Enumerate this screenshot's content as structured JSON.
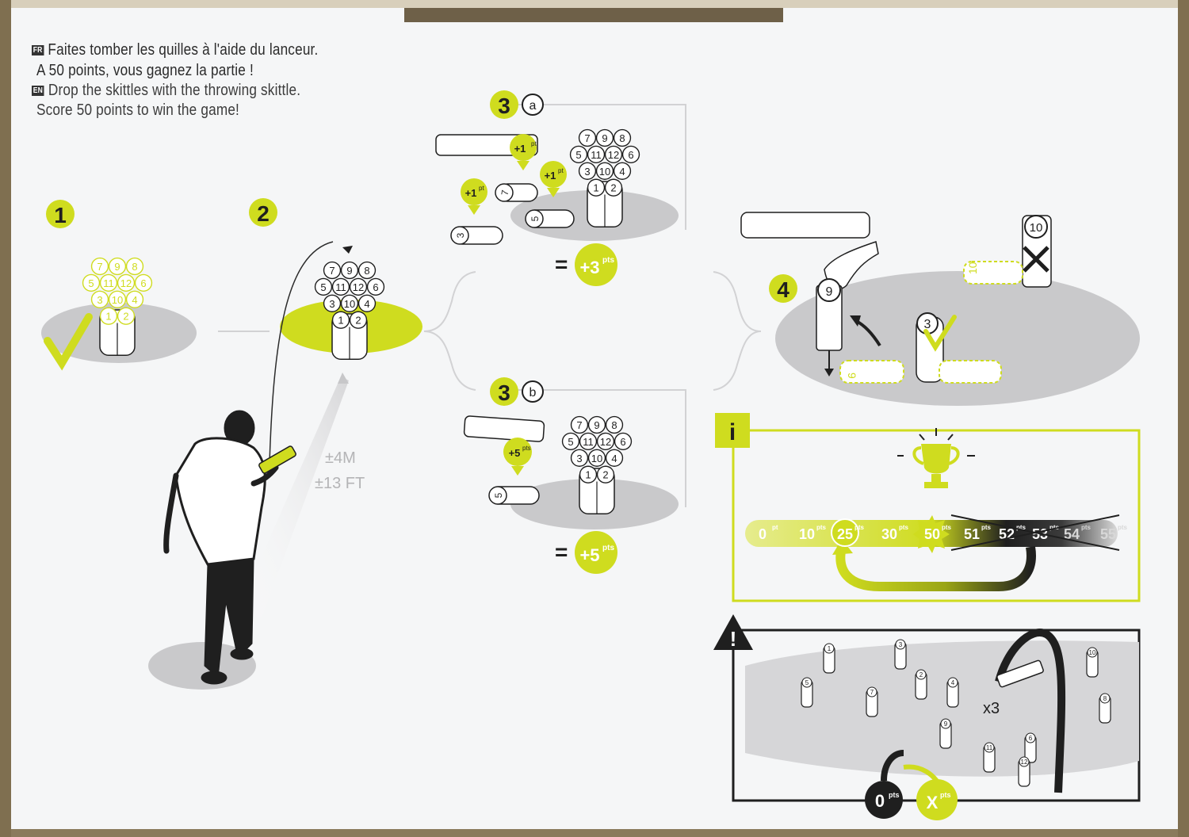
{
  "instructions": {
    "fr_badge": "FR",
    "fr_line1": "Faites tomber les quilles à l'aide du lanceur.",
    "fr_line2": "A 50 points, vous gagnez la partie !",
    "en_badge": "EN",
    "en_line1": "Drop the skittles with the throwing skittle.",
    "en_line2": "Score 50 points to win the game!"
  },
  "steps": {
    "step1": "1",
    "step2": "2",
    "step3": "3",
    "step3a_sub": "a",
    "step3b_sub": "b",
    "step4": "4"
  },
  "distance": {
    "meters": "±4M",
    "feet": "±13 FT"
  },
  "scores": {
    "plus1": "+1",
    "pt": "pt",
    "plus5": "+5",
    "pts": "pts",
    "total_a_eq": "=",
    "total_a": "+3",
    "total_b": "+5",
    "zero": "0",
    "x": "X",
    "times3": "x3"
  },
  "rule_info": {
    "icon": "i",
    "scale": [
      "0",
      "10",
      "25",
      "30",
      "50",
      "51",
      "52",
      "53",
      "54",
      "55"
    ],
    "scale_units": [
      "pt",
      "pts",
      "pts",
      "pts",
      "pts",
      "pts",
      "pts",
      "pts",
      "pts",
      "pts"
    ]
  },
  "warning": {
    "icon": "!"
  },
  "pins_grid": [
    "7",
    "9",
    "8",
    "5",
    "11",
    "12",
    "6",
    "3",
    "10",
    "4",
    "1",
    "2"
  ],
  "colors": {
    "accent": "#cfdc1f",
    "grey": "#c9c9cb",
    "dark": "#1f1f1f"
  }
}
